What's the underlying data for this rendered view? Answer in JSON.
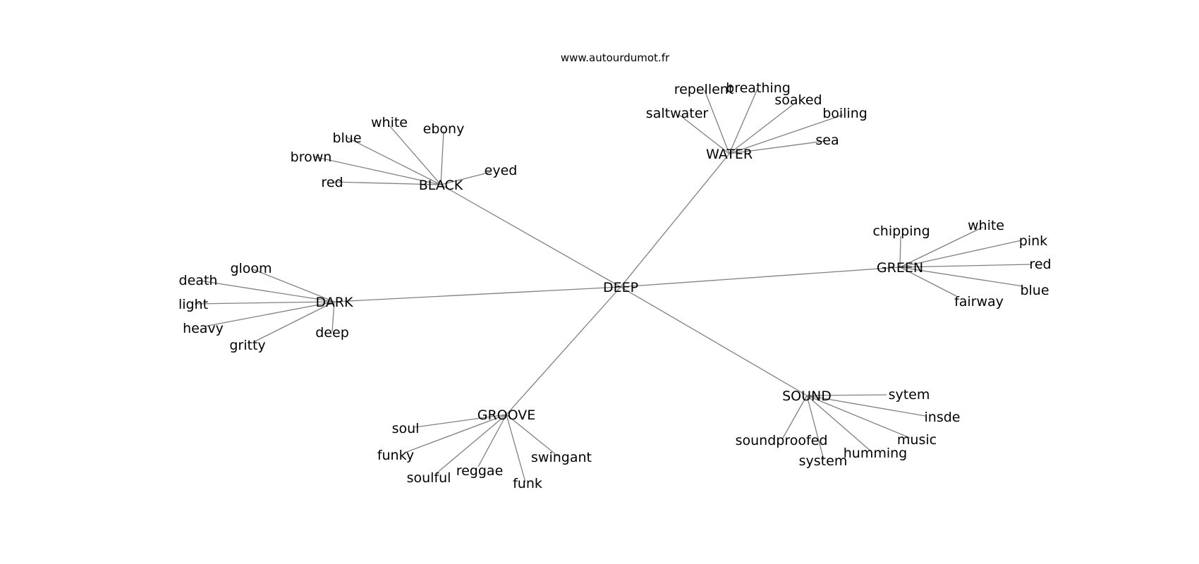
{
  "credit": "www.autourdumot.fr",
  "center": {
    "label": "DEEP"
  },
  "hubs": [
    {
      "id": "black",
      "label": "BLACK",
      "leaves": [
        "red",
        "brown",
        "blue",
        "white",
        "ebony",
        "eyed"
      ]
    },
    {
      "id": "water",
      "label": "WATER",
      "leaves": [
        "saltwater",
        "repellent",
        "breathing",
        "soaked",
        "boiling",
        "sea"
      ]
    },
    {
      "id": "dark",
      "label": "DARK",
      "leaves": [
        "gloom",
        "death",
        "light",
        "heavy",
        "gritty",
        "deep"
      ]
    },
    {
      "id": "green",
      "label": "GREEN",
      "leaves": [
        "chipping",
        "white",
        "pink",
        "red",
        "blue",
        "fairway"
      ]
    },
    {
      "id": "groove",
      "label": "GROOVE",
      "leaves": [
        "soul",
        "funky",
        "soulful",
        "reggae",
        "funk",
        "swingant"
      ]
    },
    {
      "id": "sound",
      "label": "SOUND",
      "leaves": [
        "sytem",
        "insde",
        "music",
        "humming",
        "system",
        "soundproofed"
      ]
    }
  ]
}
